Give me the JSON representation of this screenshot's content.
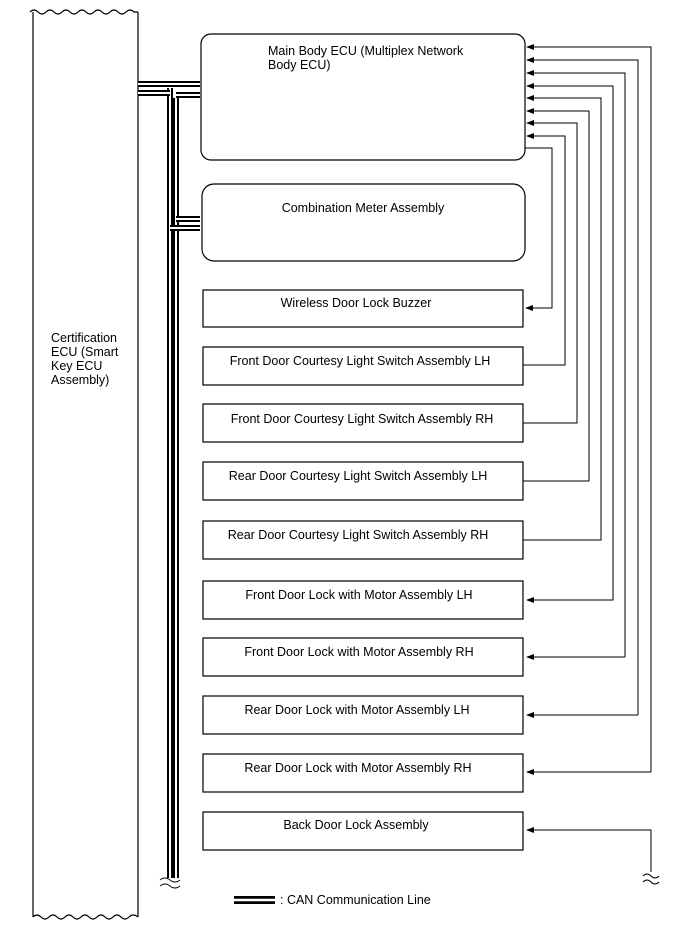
{
  "certification_ecu": {
    "lines": [
      "Certification",
      "ECU (Smart",
      "Key ECU",
      "Assembly)"
    ]
  },
  "main_body_ecu": {
    "lines": [
      "Main Body ECU (Multiplex Network",
      "Body ECU)"
    ]
  },
  "combination_meter": "Combination Meter Assembly",
  "components": [
    {
      "label": "Wireless Door Lock Buzzer"
    },
    {
      "label": "Front Door Courtesy Light Switch Assembly LH"
    },
    {
      "label": "Front Door Courtesy Light Switch Assembly RH"
    },
    {
      "label": "Rear Door Courtesy Light Switch Assembly LH"
    },
    {
      "label": "Rear Door Courtesy Light Switch Assembly RH"
    },
    {
      "label": "Front Door Lock with Motor Assembly LH"
    },
    {
      "label": "Front Door Lock with Motor Assembly RH"
    },
    {
      "label": "Rear Door Lock with Motor Assembly LH"
    },
    {
      "label": "Rear Door Lock with Motor Assembly RH"
    },
    {
      "label": "Back Door Lock Assembly"
    }
  ],
  "legend": {
    "label": ": CAN Communication Line"
  }
}
